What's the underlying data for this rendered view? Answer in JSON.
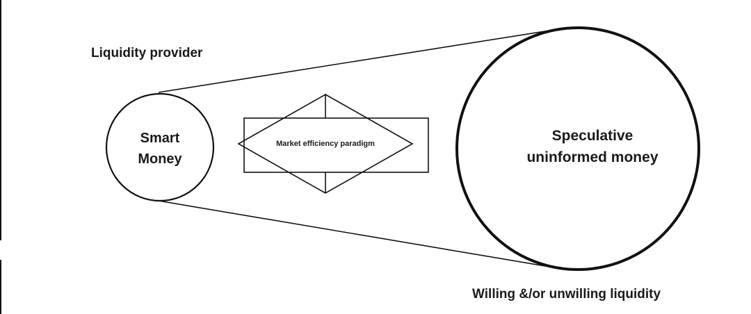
{
  "labels": {
    "top_left": "Liquidity provider",
    "bottom_right": "Willing &/or unwilling liquidity"
  },
  "nodes": {
    "smart_money": {
      "line1": "Smart",
      "line2": "Money"
    },
    "speculative": {
      "line1": "Speculative",
      "line2": "uninformed money"
    },
    "center_box": {
      "label": "Market efficiency paradigm"
    }
  },
  "colors": {
    "stroke": "#111111",
    "text": "#1a1a1a",
    "background": "#ffffff"
  }
}
